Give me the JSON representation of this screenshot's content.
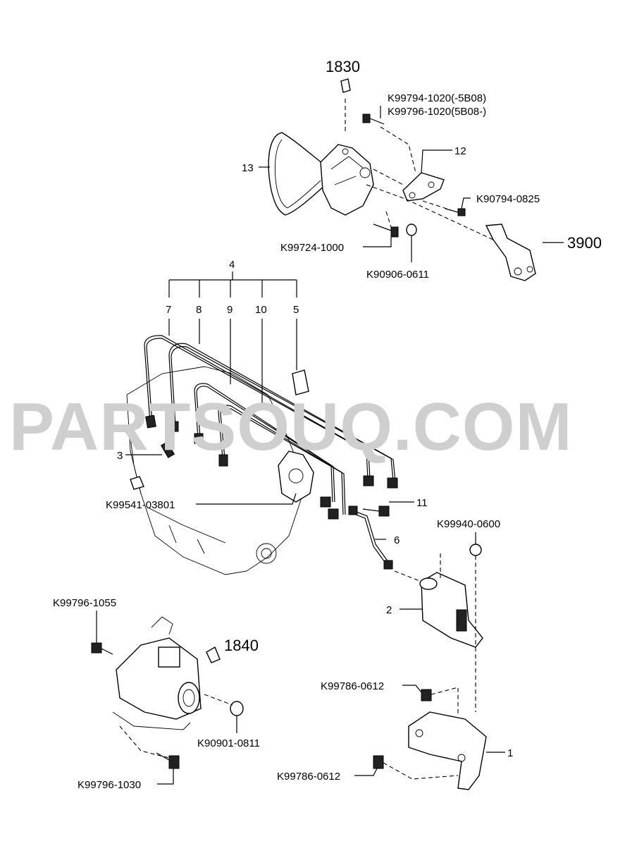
{
  "watermark": "PARTSOUQ.COM",
  "refs": {
    "r1830": "1830",
    "r3900": "3900",
    "r1840": "1840"
  },
  "labels": {
    "k99794": "K99794-1020(-5B08)",
    "k99796a": "K99796-1020(5B08-)",
    "n12": "12",
    "n13": "13",
    "k90794": "K90794-0825",
    "k99724": "K99724-1000",
    "k90906": "K90906-0611",
    "n4": "4",
    "n7": "7",
    "n8": "8",
    "n9": "9",
    "n10": "10",
    "n5": "5",
    "n3": "3",
    "k99541": "K99541-03801",
    "n11": "11",
    "k99940": "K99940-0600",
    "n6": "6",
    "n2": "2",
    "k99796b": "K99796-1055",
    "k99786a": "K99786-0612",
    "k90901": "K90901-0811",
    "n1": "1",
    "k99786b": "K99786-0612",
    "k99796c": "K99796-1030"
  }
}
